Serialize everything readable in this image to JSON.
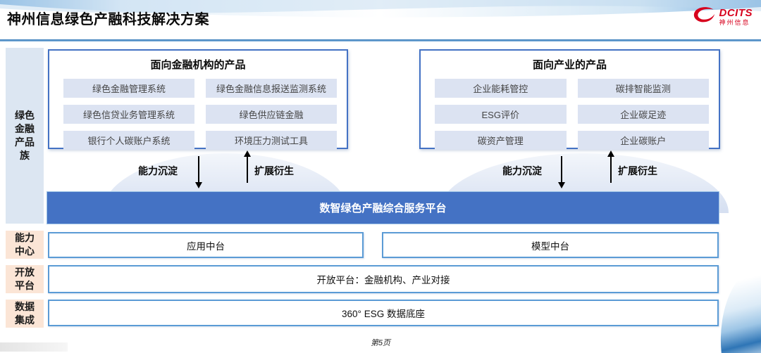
{
  "header": {
    "title": "神州信息绿色产融科技解决方案",
    "logo": {
      "brand": "DCITS",
      "brand_cn": "神州信息"
    }
  },
  "sidebar": {
    "product_family": "绿色金融产品族",
    "capability_center": "能力中心",
    "open_platform": "开放平台",
    "data_integration": "数据集成"
  },
  "finance_box": {
    "title": "面向金融机构的产品",
    "items": [
      "绿色金融管理系统",
      "绿色金融信息报送监测系统",
      "绿色信贷业务管理系统",
      "绿色供应链金融",
      "银行个人碳账户系统",
      "环境压力测试工具"
    ]
  },
  "industry_box": {
    "title": "面向产业的产品",
    "items": [
      "企业能耗管控",
      "碳排智能监测",
      "ESG评价",
      "企业碳足迹",
      "碳资产管理",
      "企业碳账户"
    ]
  },
  "flow": {
    "settle_label": "能力沉淀",
    "derive_label": "扩展衍生"
  },
  "platform": {
    "label": "数智绿色产融综合服务平台"
  },
  "middle": {
    "app": "应用中台",
    "model": "模型中台"
  },
  "open_row": {
    "label": "开放平台：金融机构、产业对接"
  },
  "data_row": {
    "label": "360° ESG 数据底座"
  },
  "footer": {
    "page": "第5页"
  },
  "colors": {
    "accent_blue": "#4472c4",
    "border_blue": "#5b9bd5",
    "item_bg": "#dce3f2",
    "sidebar_blue": "#dce6f2",
    "sidebar_peach": "#fbe5d6",
    "logo_red": "#d7001d",
    "rule_blue": "#2e75b6"
  }
}
